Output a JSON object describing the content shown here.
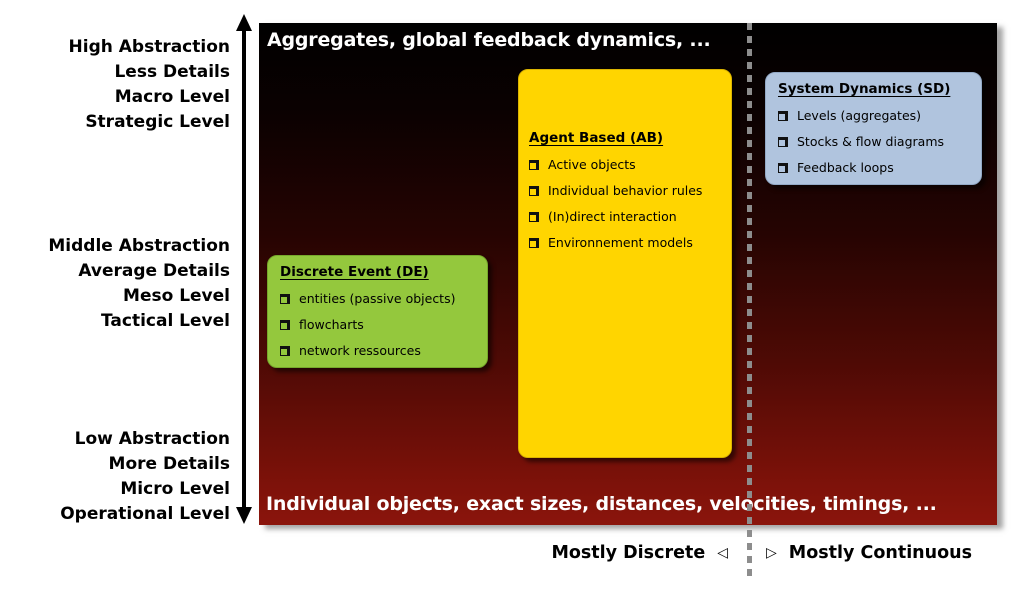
{
  "axis": {
    "groups": [
      {
        "lines": [
          "High Abstraction",
          "Less Details",
          "Macro Level",
          "Strategic Level"
        ]
      },
      {
        "lines": [
          "Middle Abstraction",
          "Average Details",
          "Meso Level",
          "Tactical Level"
        ]
      },
      {
        "lines": [
          "Low Abstraction",
          "More Details",
          "Micro Level",
          "Operational Level"
        ]
      }
    ]
  },
  "panel": {
    "top_banner": "Aggregates, global feedback dynamics, ...",
    "bottom_banner": "Individual objects, exact sizes, distances, velocities, timings, ..."
  },
  "boxes": [
    {
      "title": "Discrete Event (DE)",
      "items": [
        "entities (passive objects)",
        "flowcharts",
        "network ressources"
      ],
      "color": "#94c83d"
    },
    {
      "title": "Agent Based (AB)",
      "items": [
        "Active objects",
        "Individual behavior rules",
        "(In)direct interaction",
        "Environnement models"
      ],
      "color": "#ffd500"
    },
    {
      "title": "System Dynamics (SD)",
      "items": [
        "Levels (aggregates)",
        "Stocks & flow diagrams",
        "Feedback loops"
      ],
      "color": "#b0c4de"
    }
  ],
  "footer": {
    "left_label": "Mostly Discrete",
    "left_triangle": "◁",
    "right_triangle": "▷",
    "right_label": "Mostly Continuous"
  },
  "colors": {
    "panel_gradient_top": "#000000",
    "panel_gradient_bottom": "#8b150c",
    "dashed_line": "#8d8d8d",
    "box_de": "#94c83d",
    "box_ab": "#ffd500",
    "box_sd": "#b0c4de",
    "banner_text": "#ffffff"
  }
}
